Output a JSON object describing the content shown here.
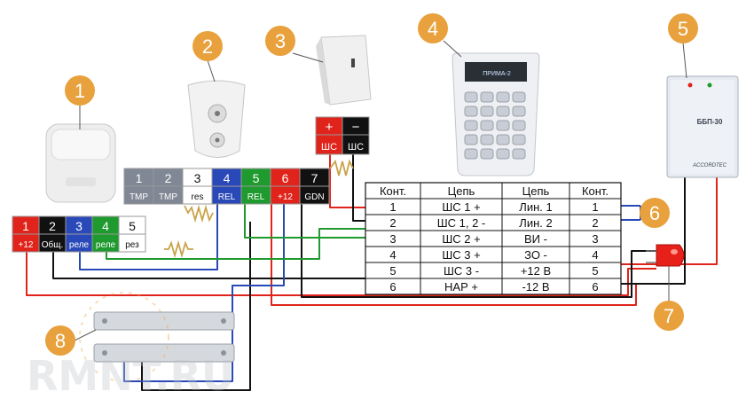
{
  "callouts": {
    "n1": "1",
    "n2": "2",
    "n3": "3",
    "n4": "4",
    "n5": "5",
    "n6": "6",
    "n7": "7",
    "n8": "8"
  },
  "block_left": {
    "nums": [
      "1",
      "2",
      "3",
      "4",
      "5"
    ],
    "labels": [
      "+12",
      "Общ.",
      "реле",
      "реле",
      "рез"
    ]
  },
  "block_mid": {
    "nums": [
      "1",
      "2",
      "3",
      "4",
      "5",
      "6",
      "7"
    ],
    "labels": [
      "TMP",
      "TMP",
      "res",
      "REL",
      "REL",
      "+12",
      "GDN"
    ]
  },
  "block_sensor3": {
    "signs": [
      "+",
      "−"
    ],
    "labels": [
      "ШС",
      "ШС"
    ]
  },
  "keypad": {
    "brand": "ПРИМА-2"
  },
  "psu": {
    "model": "ББП-30",
    "brand": "ACCORDTEC"
  },
  "table": {
    "headers": [
      "Конт.",
      "Цепь",
      "Цепь",
      "Конт."
    ],
    "rows": [
      [
        "1",
        "ШС 1 +",
        "Лин. 1",
        "1"
      ],
      [
        "2",
        "ШС 1, 2 -",
        "Лин. 2",
        "2"
      ],
      [
        "3",
        "ШС 2 +",
        "ВИ -",
        "3"
      ],
      [
        "4",
        "ШС 3 +",
        "ЗО -",
        "4"
      ],
      [
        "5",
        "ШС 3 -",
        "+12 В",
        "5"
      ],
      [
        "6",
        "НАР +",
        "-12 В",
        "6"
      ]
    ]
  },
  "watermark": "RMNT.RU",
  "colors": {
    "callout": "#e8a13c",
    "red": "#e0241b",
    "black": "#111111",
    "blue": "#2a49b8",
    "green": "#1e9a2e",
    "gray": "#7f8894",
    "olive": "#c9a34a"
  }
}
